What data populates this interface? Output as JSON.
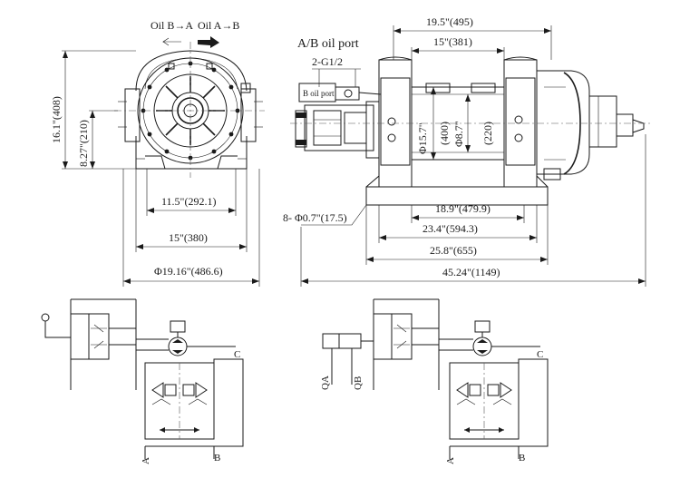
{
  "front_view": {
    "rotation_left": "Oil B→A",
    "rotation_right": "Oil A→B",
    "dim_height_total": "16.1\"(408)",
    "dim_height_center": "8.27\"(210)",
    "dim_bolt_spacing": "11.5\"(292.1)",
    "dim_base_width": "15\"(380)",
    "dim_overall_width": "Φ19.16\"(486.6)"
  },
  "side_view": {
    "oil_port_title": "A/B oil port",
    "oil_port_thread": "2-G1/2",
    "port_label": "B oil port",
    "dim_top_outer": "19.5\"(495)",
    "dim_top_inner": "15\"(381)",
    "dim_flange_dia": "Φ15.7\"",
    "dim_flange_mm": "(400)",
    "dim_drum_dia": "Φ8.7\"",
    "dim_drum_mm": "(220)",
    "dim_mount_holes": "8- Φ0.7\"(17.5)",
    "dim_d1": "18.9\"(479.9)",
    "dim_d2": "23.4\"(594.3)",
    "dim_d3": "25.8\"(655)",
    "dim_overall": "45.24\"(1149)"
  },
  "hydraulic_left": {
    "port_a": "A",
    "port_b": "B",
    "port_c": "C"
  },
  "hydraulic_right": {
    "port_qa": "QA",
    "port_qb": "QB",
    "port_a": "A",
    "port_b": "B",
    "port_c": "C"
  },
  "colors": {
    "line": "#1a1a1a",
    "background": "#ffffff",
    "shade": "#6a6a6a"
  }
}
